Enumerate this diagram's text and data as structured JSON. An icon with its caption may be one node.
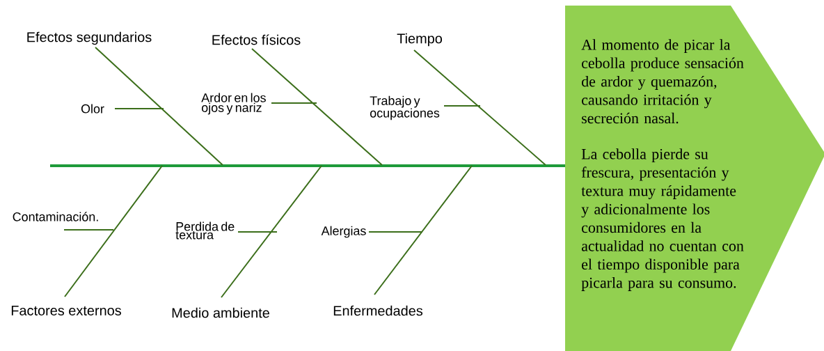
{
  "diagram": {
    "nodes": [
      {
        "text": [
          "Efectos segundarios"
        ]
      },
      {
        "text": [
          "Efectos físicos"
        ]
      },
      {
        "text": [
          "Tiempo"
        ]
      },
      {
        "text": [
          "Olor"
        ]
      },
      {
        "text": [
          "Ardor en los ojos y nariz"
        ]
      },
      {
        "text": [
          "Trabajo y ocupaciones"
        ]
      },
      {
        "text": [
          "Contaminación."
        ]
      },
      {
        "text": [
          "Perdida de textura"
        ]
      },
      {
        "text": [
          "Alergias"
        ]
      },
      {
        "text": [
          "Factores externos"
        ]
      },
      {
        "text": [
          "Medio ambiente"
        ]
      },
      {
        "text": [
          "Enfermedades"
        ]
      },
      {
        "text": [
          "Al momento de picar la cebolla produce sensación de ardor y quemazón, causando irritación y secreción nasal.",
          "La cebolla pierde su frescura, presentación y textura muy rápidamente y adicionalmente los consumidores en la actualidad no cuentan con el tiempo disponible para picarla para su consumo."
        ]
      }
    ],
    "edges": [
      {
        "from": null,
        "to": 12,
        "arrow": "none",
        "style": "thick",
        "color": "#1e9a3a"
      },
      {
        "from": 0,
        "to": null,
        "arrow": "none"
      },
      {
        "from": 1,
        "to": null,
        "arrow": "none"
      },
      {
        "from": 2,
        "to": null,
        "arrow": "none"
      },
      {
        "from": 3,
        "to": null,
        "arrow": "none"
      },
      {
        "from": 4,
        "to": null,
        "arrow": "none"
      },
      {
        "from": 5,
        "to": null,
        "arrow": "none"
      },
      {
        "from": 9,
        "to": null,
        "arrow": "none"
      },
      {
        "from": 10,
        "to": null,
        "arrow": "none"
      },
      {
        "from": 11,
        "to": null,
        "arrow": "none"
      },
      {
        "from": 6,
        "to": null,
        "arrow": "none"
      },
      {
        "from": 7,
        "to": null,
        "arrow": "none"
      },
      {
        "from": 8,
        "to": null,
        "arrow": "none"
      }
    ]
  }
}
